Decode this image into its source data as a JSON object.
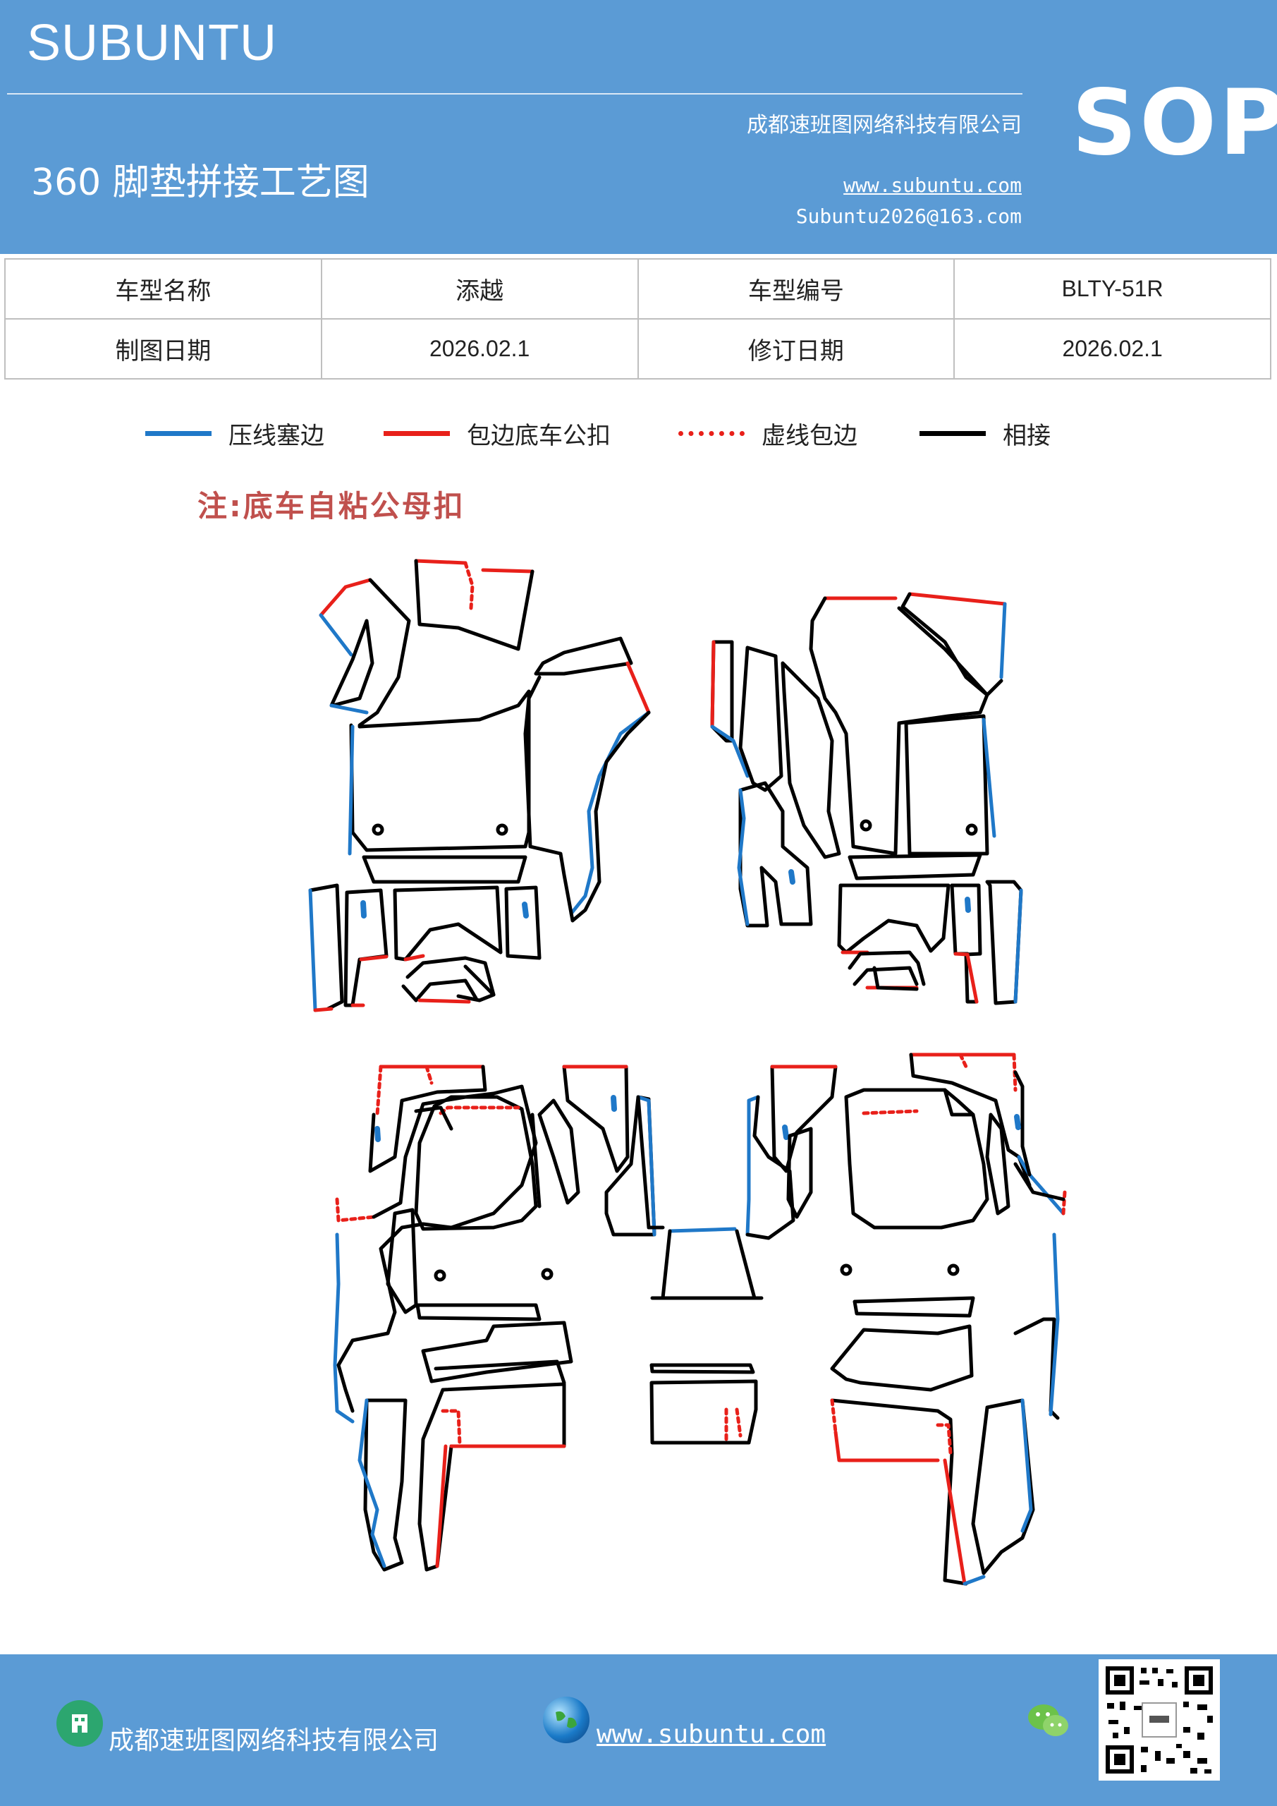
{
  "header": {
    "brand": "SUBUNTU",
    "badge": "SOP",
    "title": "360 脚垫拼接工艺图",
    "company": "成都速班图网络科技有限公司",
    "website": "www.subuntu.com",
    "email": "Subuntu2026@163.com",
    "color": "#5b9bd5"
  },
  "info_table": {
    "rows": [
      [
        "车型名称",
        "添越",
        "车型编号",
        "BLTY-51R"
      ],
      [
        "制图日期",
        "2026.02.1",
        "修订日期",
        "2026.02.1"
      ]
    ]
  },
  "legend": [
    {
      "label": "压线塞边",
      "color": "#1f78c8",
      "style": "solid"
    },
    {
      "label": "包边底车公扣",
      "color": "#e8201a",
      "style": "solid"
    },
    {
      "label": "虚线包边",
      "color": "#e8201a",
      "style": "dotted"
    },
    {
      "label": "相接",
      "color": "#000000",
      "style": "solid"
    }
  ],
  "note": "注:底车自粘公母扣",
  "footer": {
    "company": "成都速班图网络科技有限公司",
    "website": "www.subuntu.com",
    "icons": [
      "building-icon",
      "globe-icon",
      "wechat-icon",
      "qr-code"
    ]
  }
}
